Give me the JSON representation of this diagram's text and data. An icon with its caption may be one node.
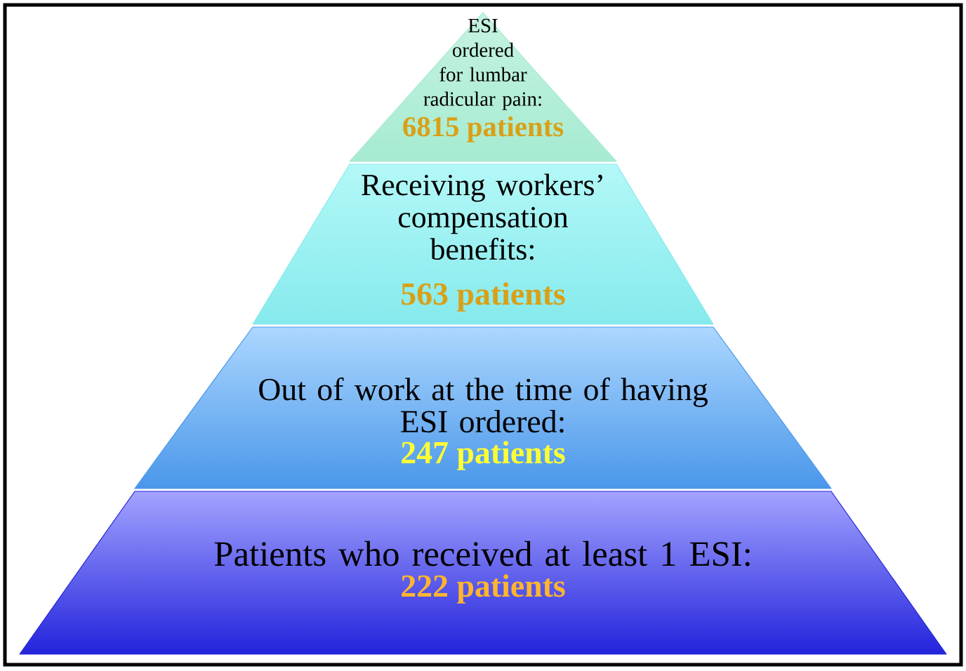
{
  "diagram": {
    "nodes": [
      {
        "text": [
          "ESI ordered for lumbar radicular pain:",
          "6815 patients"
        ]
      },
      {
        "text": [
          "Receiving workers’ compensation benefits:",
          "563 patients"
        ]
      },
      {
        "text": [
          "Out of work at the time of having ESI ordered:",
          "247 patients"
        ]
      },
      {
        "text": [
          "Patients who received at least 1 ESI:",
          "222 patients"
        ]
      }
    ]
  }
}
